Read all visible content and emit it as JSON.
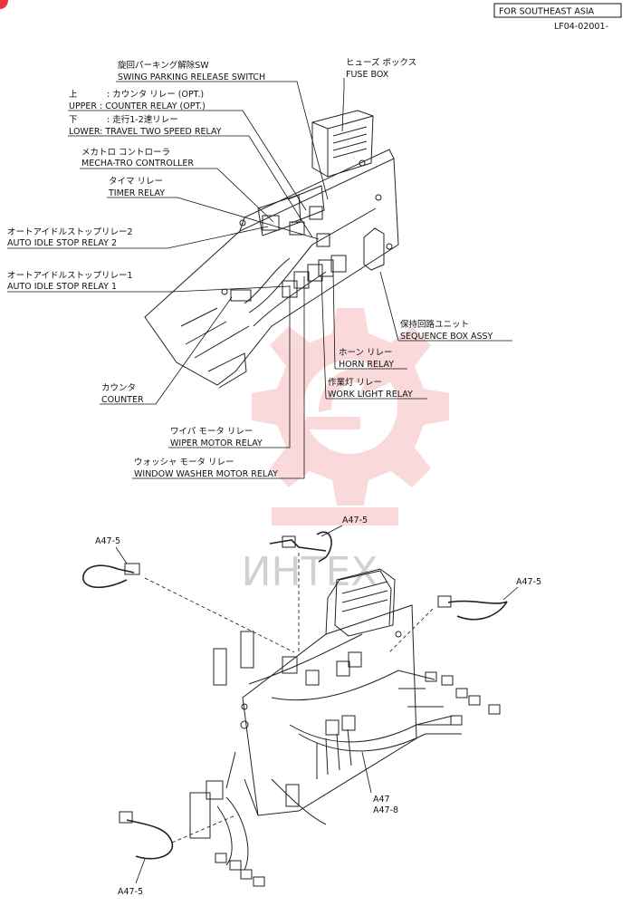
{
  "header": {
    "region_label": "FOR SOUTHEAST ASIA",
    "doc_code": "LF04-02001-"
  },
  "watermark": {
    "text": "ИНТЕХ",
    "color": "#e8343a"
  },
  "callouts": {
    "swing_parking_jp": "旋回パーキング解除SW",
    "swing_parking_en": "SWING PARKING RELEASE SWITCH",
    "fuse_box_jp": "ヒューズ ボックス",
    "fuse_box_en": "FUSE BOX",
    "upper_jp": "上",
    "upper_counter_relay_jp": ": カウンタ リレー (OPT.)",
    "upper_counter_relay_en": "UPPER : COUNTER RELAY (OPT.)",
    "lower_jp": "下",
    "lower_travel_relay_jp": ": 走行1-2速リレー",
    "lower_travel_relay_en": "LOWER: TRAVEL TWO SPEED RELAY",
    "mechatro_jp": "メカトロ コントローラ",
    "mechatro_en": "MECHA-TRO CONTROLLER",
    "timer_jp": "タイマ リレー",
    "timer_en": "TIMER RELAY",
    "auto_idle2_jp": "オートアイドルストップリレー2",
    "auto_idle2_en": "AUTO IDLE STOP RELAY 2",
    "auto_idle1_jp": "オートアイドルストップリレー1",
    "auto_idle1_en": "AUTO IDLE STOP RELAY 1",
    "sequence_jp": "保持回路ユニット",
    "sequence_en": "SEQUENCE BOX ASSY",
    "horn_jp": "ホーン リレー",
    "horn_en": "HORN RELAY",
    "work_light_jp": "作業灯 リレー",
    "work_light_en": "WORK LIGHT RELAY",
    "counter_jp": "カウンタ",
    "counter_en": "COUNTER",
    "wiper_jp": "ワイパ モータ リレー",
    "wiper_en": "WIPER MOTOR RELAY",
    "washer_jp": "ウォッシャ モータ リレー",
    "washer_en": "WINDOW WASHER MOTOR RELAY"
  },
  "part_refs": {
    "a47_5_top": "A47-5",
    "a47_5_left": "A47-5",
    "a47_5_right": "A47-5",
    "a47_5_bottom": "A47-5",
    "a47": "A47",
    "a47_8": "A47-8"
  }
}
